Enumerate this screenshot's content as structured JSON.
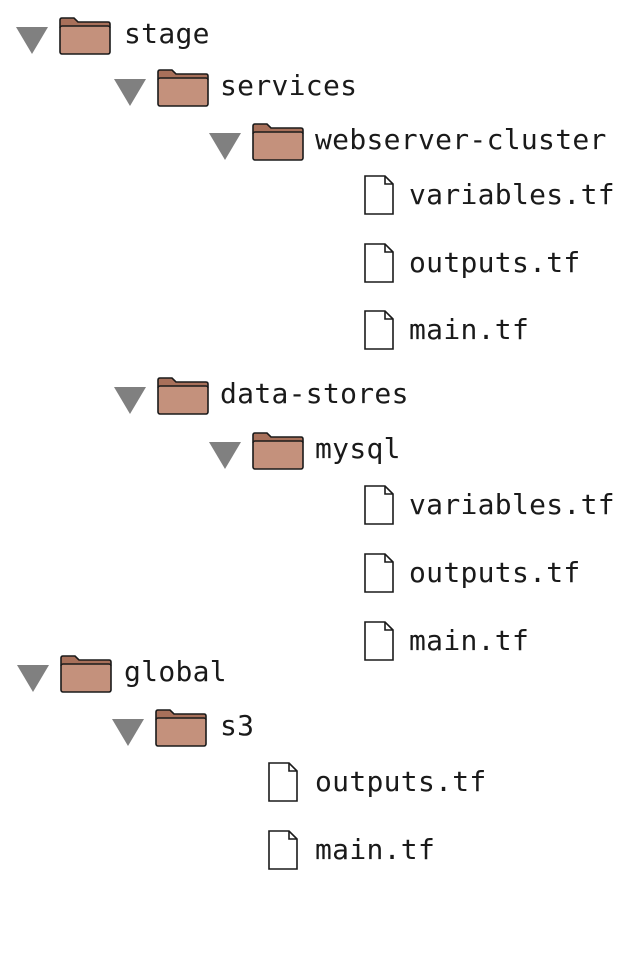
{
  "tree": {
    "stage": {
      "label": "stage",
      "services": {
        "label": "services",
        "webserver_cluster": {
          "label": "webserver-cluster",
          "files": [
            "variables.tf",
            "outputs.tf",
            "main.tf"
          ]
        }
      },
      "data_stores": {
        "label": "data-stores",
        "mysql": {
          "label": "mysql",
          "files": [
            "variables.tf",
            "outputs.tf",
            "main.tf"
          ]
        }
      }
    },
    "global": {
      "label": "global",
      "s3": {
        "label": "s3",
        "files": [
          "outputs.tf",
          "main.tf"
        ]
      }
    }
  },
  "icons": {
    "collapse": "triangle-down-icon",
    "folder": "folder-icon",
    "file": "file-icon"
  },
  "colors": {
    "arrow": "#808080",
    "folder_fill": "#c4917c",
    "folder_tab": "#a8705a",
    "outline": "#1a1a1a",
    "file_fill": "#ffffff"
  }
}
